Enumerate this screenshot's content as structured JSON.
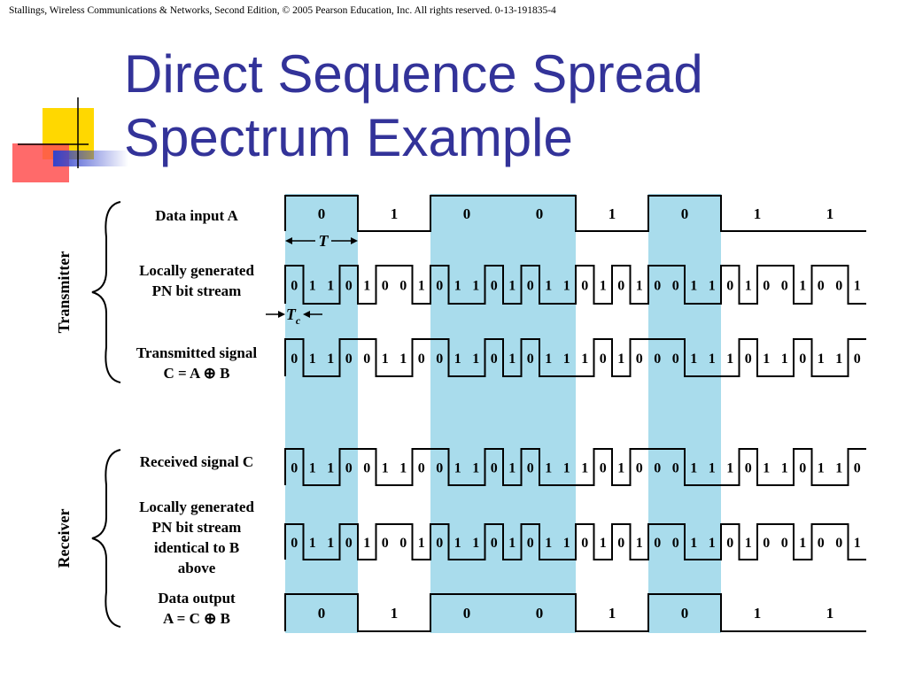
{
  "header": "Stallings, Wireless Communications & Networks, Second Edition, © 2005 Pearson Education, Inc. All rights reserved. 0-13-191835-4",
  "title": [
    "Direct Sequence Spread",
    "Spectrum Example"
  ],
  "colors": {
    "title": "#333399",
    "highlight": "#a9dcec",
    "deco_yellow": "#ffd800",
    "deco_red": "#ff5050",
    "deco_blue": "#3344cc"
  },
  "diagram": {
    "sections": [
      {
        "id": "transmitter",
        "label": "Transmitter"
      },
      {
        "id": "receiver",
        "label": "Receiver"
      }
    ],
    "symbol_period_label": "T",
    "chip_period_label": "T",
    "chip_period_subscript": "c",
    "data_bits": [
      0,
      1,
      0,
      0,
      1,
      0,
      1,
      1
    ],
    "pn_bits": [
      0,
      1,
      1,
      0,
      1,
      0,
      0,
      1,
      0,
      1,
      1,
      0,
      1,
      0,
      1,
      1,
      0,
      1,
      0,
      1,
      0,
      0,
      1,
      1,
      0,
      1,
      0,
      0,
      1,
      0,
      0,
      1
    ],
    "tx_bits": [
      0,
      1,
      1,
      0,
      0,
      1,
      1,
      0,
      0,
      1,
      1,
      0,
      1,
      0,
      1,
      1,
      1,
      0,
      1,
      0,
      0,
      0,
      1,
      1,
      1,
      0,
      1,
      1,
      0,
      1,
      1,
      0
    ],
    "rows": [
      {
        "id": "data-input",
        "label": [
          "Data input A"
        ],
        "kind": "data",
        "bits": "data_bits"
      },
      {
        "id": "pn-stream",
        "label": [
          "Locally generated",
          "PN bit stream"
        ],
        "kind": "chips",
        "bits": "pn_bits"
      },
      {
        "id": "transmitted-signal",
        "label": [
          "Transmitted signal",
          "C = A ⊕ B"
        ],
        "kind": "chips",
        "bits": "tx_bits"
      },
      {
        "id": "received-signal",
        "label": [
          "Received signal C"
        ],
        "kind": "chips",
        "bits": "tx_bits"
      },
      {
        "id": "pn-stream-rx",
        "label": [
          "Locally generated",
          "PN bit stream",
          "identical to B",
          "above"
        ],
        "kind": "chips",
        "bits": "pn_bits"
      },
      {
        "id": "data-output",
        "label": [
          "Data output",
          "A = C ⊕ B"
        ],
        "kind": "data",
        "bits": "data_bits"
      }
    ]
  }
}
